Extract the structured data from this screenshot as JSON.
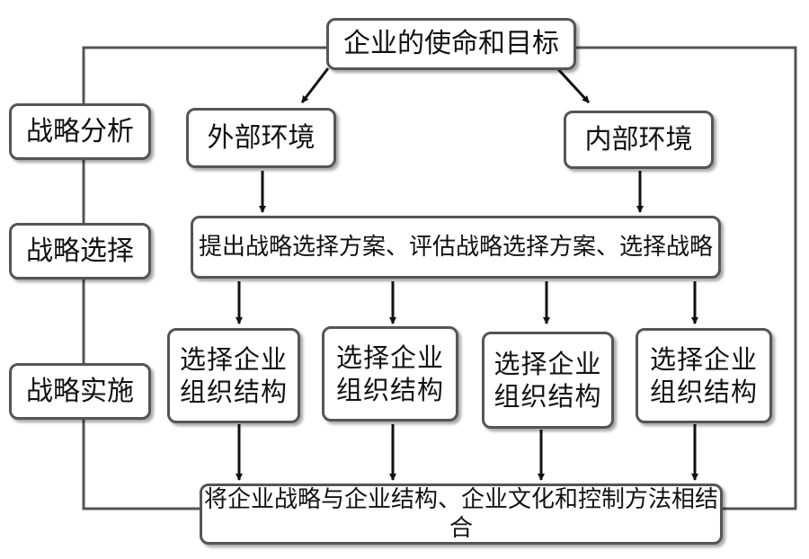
{
  "diagram": {
    "top": "企业的使命和目标",
    "stages": {
      "analysis": "战略分析",
      "selection": "战略选择",
      "implementation": "战略实施"
    },
    "external": "外部环境",
    "internal": "内部环境",
    "propose": "提出战略选择方案、评估战略选择方案、选择战略",
    "org_boxes": [
      "选择企业\n组织结构",
      "选择企业\n组织结构",
      "选择企业\n组织结构",
      "选择企业\n组织结构"
    ],
    "bottom": "将企业战略与企业结构、企业文化和控制方法相结合"
  }
}
